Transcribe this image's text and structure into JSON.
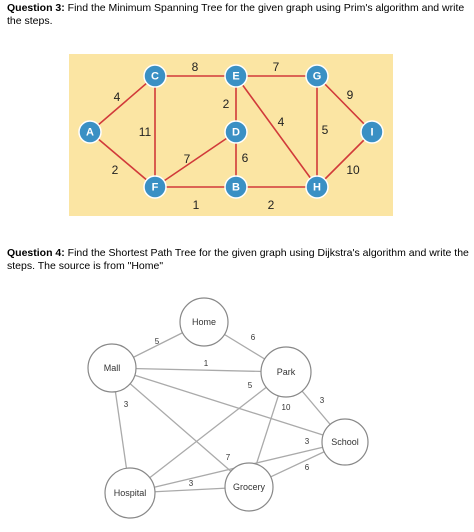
{
  "question3": {
    "label": "Question 3:",
    "text": " Find the Minimum Spanning Tree for the given graph using Prim's algorithm and write the steps."
  },
  "question4": {
    "label": "Question 4:",
    "text": " Find the Shortest Path Tree for the given graph using Dijkstra's algorithm and write the steps. The source is from \"Home\""
  },
  "graph1": {
    "background_color": "#fbe5a3",
    "node_color": "#3a90c4",
    "edge_color": "#d13a3a",
    "nodes": [
      "A",
      "C",
      "E",
      "G",
      "I",
      "D",
      "F",
      "B",
      "H"
    ],
    "edges": [
      {
        "from": "A",
        "to": "C",
        "weight": "4"
      },
      {
        "from": "A",
        "to": "F",
        "weight": "2"
      },
      {
        "from": "C",
        "to": "F",
        "weight": "11"
      },
      {
        "from": "C",
        "to": "E",
        "weight": "8"
      },
      {
        "from": "E",
        "to": "G",
        "weight": "7"
      },
      {
        "from": "E",
        "to": "D",
        "weight": "2"
      },
      {
        "from": "E",
        "to": "H",
        "weight": "4"
      },
      {
        "from": "G",
        "to": "H",
        "weight": "5"
      },
      {
        "from": "G",
        "to": "I",
        "weight": "9"
      },
      {
        "from": "I",
        "to": "H",
        "weight": "10"
      },
      {
        "from": "D",
        "to": "F",
        "weight": "7"
      },
      {
        "from": "D",
        "to": "B",
        "weight": "6"
      },
      {
        "from": "F",
        "to": "B",
        "weight": "1"
      },
      {
        "from": "B",
        "to": "H",
        "weight": "2"
      }
    ]
  },
  "graph2": {
    "node_stroke": "#888888",
    "edge_color": "#aaaaaa",
    "nodes": [
      "Home",
      "Mall",
      "Park",
      "School",
      "Grocery",
      "Hospital"
    ],
    "edges": [
      {
        "from": "Mall",
        "to": "Home",
        "weight": "5"
      },
      {
        "from": "Home",
        "to": "Park",
        "weight": "6"
      },
      {
        "from": "Mall",
        "to": "Park",
        "weight": "1"
      },
      {
        "from": "Mall",
        "to": "Hospital",
        "weight": "3"
      },
      {
        "from": "Mall",
        "to": "Grocery",
        "weight": "7"
      },
      {
        "from": "Mall",
        "to": "School",
        "weight": "10"
      },
      {
        "from": "Park",
        "to": "Hospital",
        "weight": "5"
      },
      {
        "from": "Park",
        "to": "School",
        "weight": "3"
      },
      {
        "from": "Park",
        "to": "Grocery",
        "weight": ""
      },
      {
        "from": "Hospital",
        "to": "School",
        "weight": "3"
      },
      {
        "from": "Hospital",
        "to": "Grocery",
        "weight": "3"
      },
      {
        "from": "Grocery",
        "to": "School",
        "weight": "6"
      }
    ]
  }
}
